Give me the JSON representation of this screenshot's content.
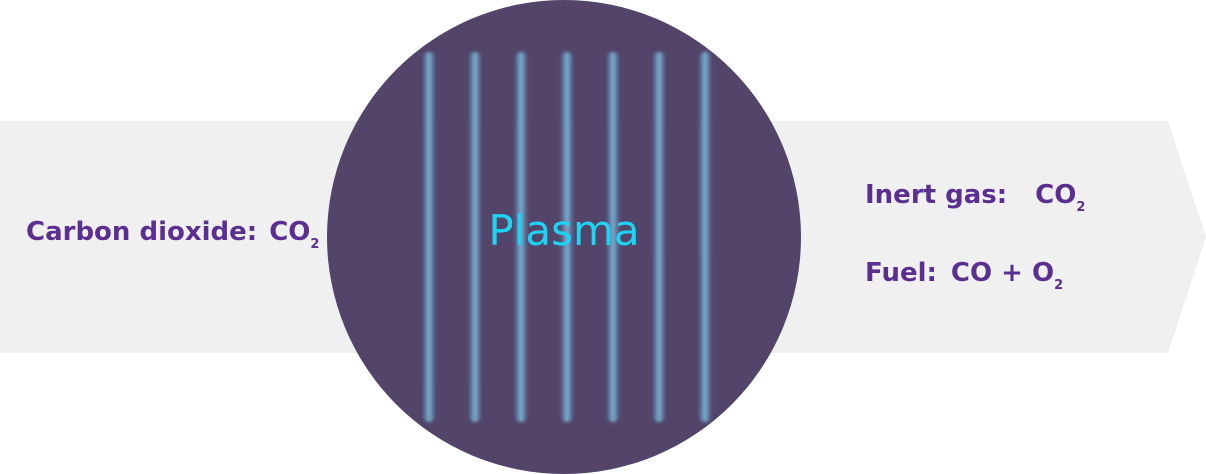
{
  "colors": {
    "arrow_fill": "#f0f0f0",
    "circle_fill": "#53456a",
    "tube_glow": "#82bedc",
    "label_text": "#5b2f8f",
    "plasma_text": "#1ed3f3"
  },
  "input": {
    "label": "Carbon dioxide:",
    "formula": "CO",
    "subscript": "2"
  },
  "plasma": {
    "title": "Plasma",
    "tube_count": 7
  },
  "outputs": {
    "inert": {
      "label": "Inert gas:",
      "formula": "CO",
      "subscript": "2"
    },
    "fuel": {
      "label": "Fuel:",
      "formula": "CO + O",
      "subscript": "2"
    }
  }
}
